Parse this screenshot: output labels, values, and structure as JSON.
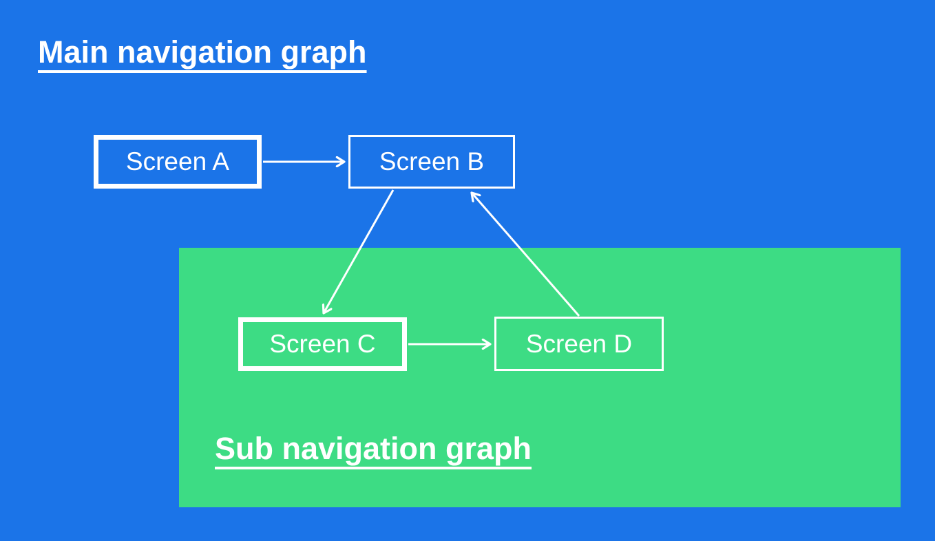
{
  "titles": {
    "main": "Main navigation graph",
    "sub": "Sub navigation graph"
  },
  "nodes": {
    "a": {
      "label": "Screen A",
      "style": "emphasized",
      "graph": "main"
    },
    "b": {
      "label": "Screen B",
      "style": "regular",
      "graph": "main"
    },
    "c": {
      "label": "Screen C",
      "style": "emphasized",
      "graph": "sub"
    },
    "d": {
      "label": "Screen D",
      "style": "regular",
      "graph": "sub"
    }
  },
  "edges": [
    {
      "from": "Screen A",
      "to": "Screen B"
    },
    {
      "from": "Screen B",
      "to": "Screen C"
    },
    {
      "from": "Screen C",
      "to": "Screen D"
    },
    {
      "from": "Screen D",
      "to": "Screen B"
    }
  ],
  "colors": {
    "background": "#1b74e8",
    "sub_graph_background": "#3ddc84",
    "foreground": "#ffffff"
  }
}
